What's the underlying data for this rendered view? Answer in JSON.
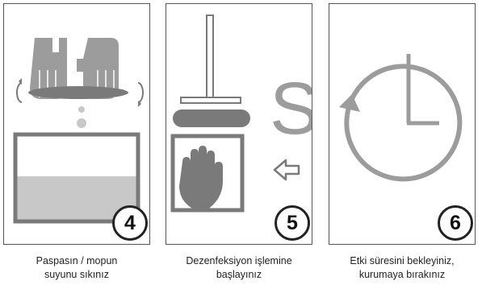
{
  "steps": [
    {
      "number": "4",
      "icon": "hand-wringing-mop-icon",
      "caption_line1": "Paspasın / mopun",
      "caption_line2": "suyunu sıkınız"
    },
    {
      "number": "5",
      "icon": "mop-disinfection-icon",
      "caption_line1": "Dezenfeksiyon işlemine",
      "caption_line2": "başlayınız"
    },
    {
      "number": "6",
      "icon": "clock-wait-icon",
      "caption_line1": "Etki süresini bekleyiniz,",
      "caption_line2": "kurumaya bırakınız"
    }
  ],
  "panel5_letter": "S",
  "colors": {
    "icon_gray": "#9c9c9c",
    "icon_dark": "#7a7a7a",
    "water": "#c8c8c8",
    "border": "#555555"
  }
}
